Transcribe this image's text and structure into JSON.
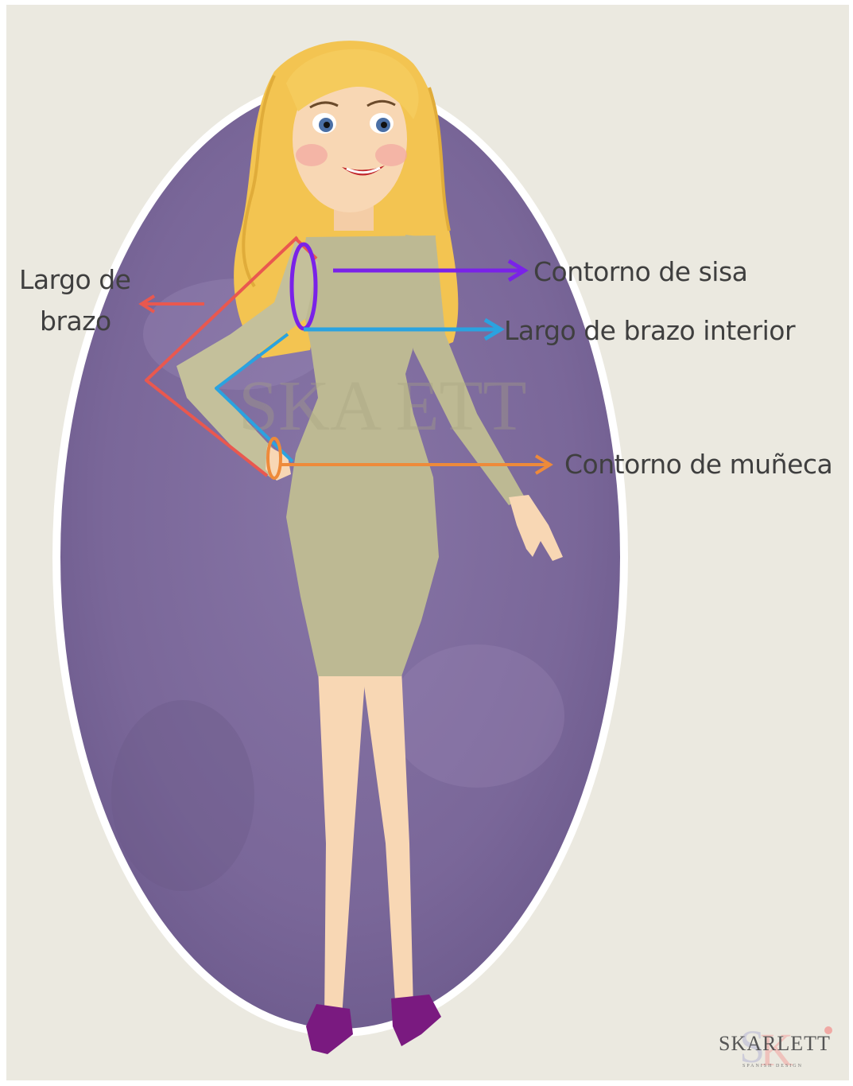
{
  "labels": {
    "arm_length_line1": "Largo de",
    "arm_length_line2": "brazo",
    "armhole": "Contorno de sisa",
    "inner_arm": "Largo de brazo interior",
    "wrist": "Contorno de muñeca"
  },
  "brand": {
    "monogram": "SK",
    "name": "SKARLETT",
    "tagline": "SPANISH DESIGN"
  },
  "colors": {
    "background": "#ebe9e0",
    "oval": "#7e6b9e",
    "dress": "#bdb993",
    "skin": "#f8d7b4",
    "hair": "#f5cb5c",
    "shoes": "#7a1a80",
    "arm_length_line": "#e9584f",
    "armhole_line": "#7a22e8",
    "inner_arm_line": "#2aa3e0",
    "wrist_line": "#ee8a3a"
  },
  "icons": [
    "woman-figure",
    "measurement-arrows",
    "skarlett-logo"
  ]
}
